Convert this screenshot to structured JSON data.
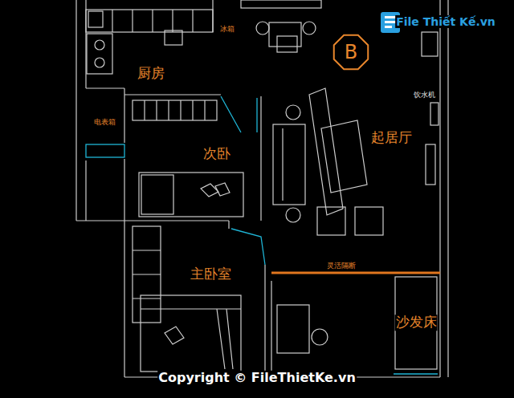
{
  "diagram": {
    "nodes": [
      {
        "text": [
          "B"
        ]
      }
    ],
    "labels": [
      "File Thiết Kế.vn",
      "冰箱",
      "厨房",
      "电表箱",
      "饮水机",
      "次卧",
      "起居厅",
      "主卧室",
      "灵活隔断",
      "沙发床",
      "Copyright © FileThietKe.vn"
    ]
  }
}
